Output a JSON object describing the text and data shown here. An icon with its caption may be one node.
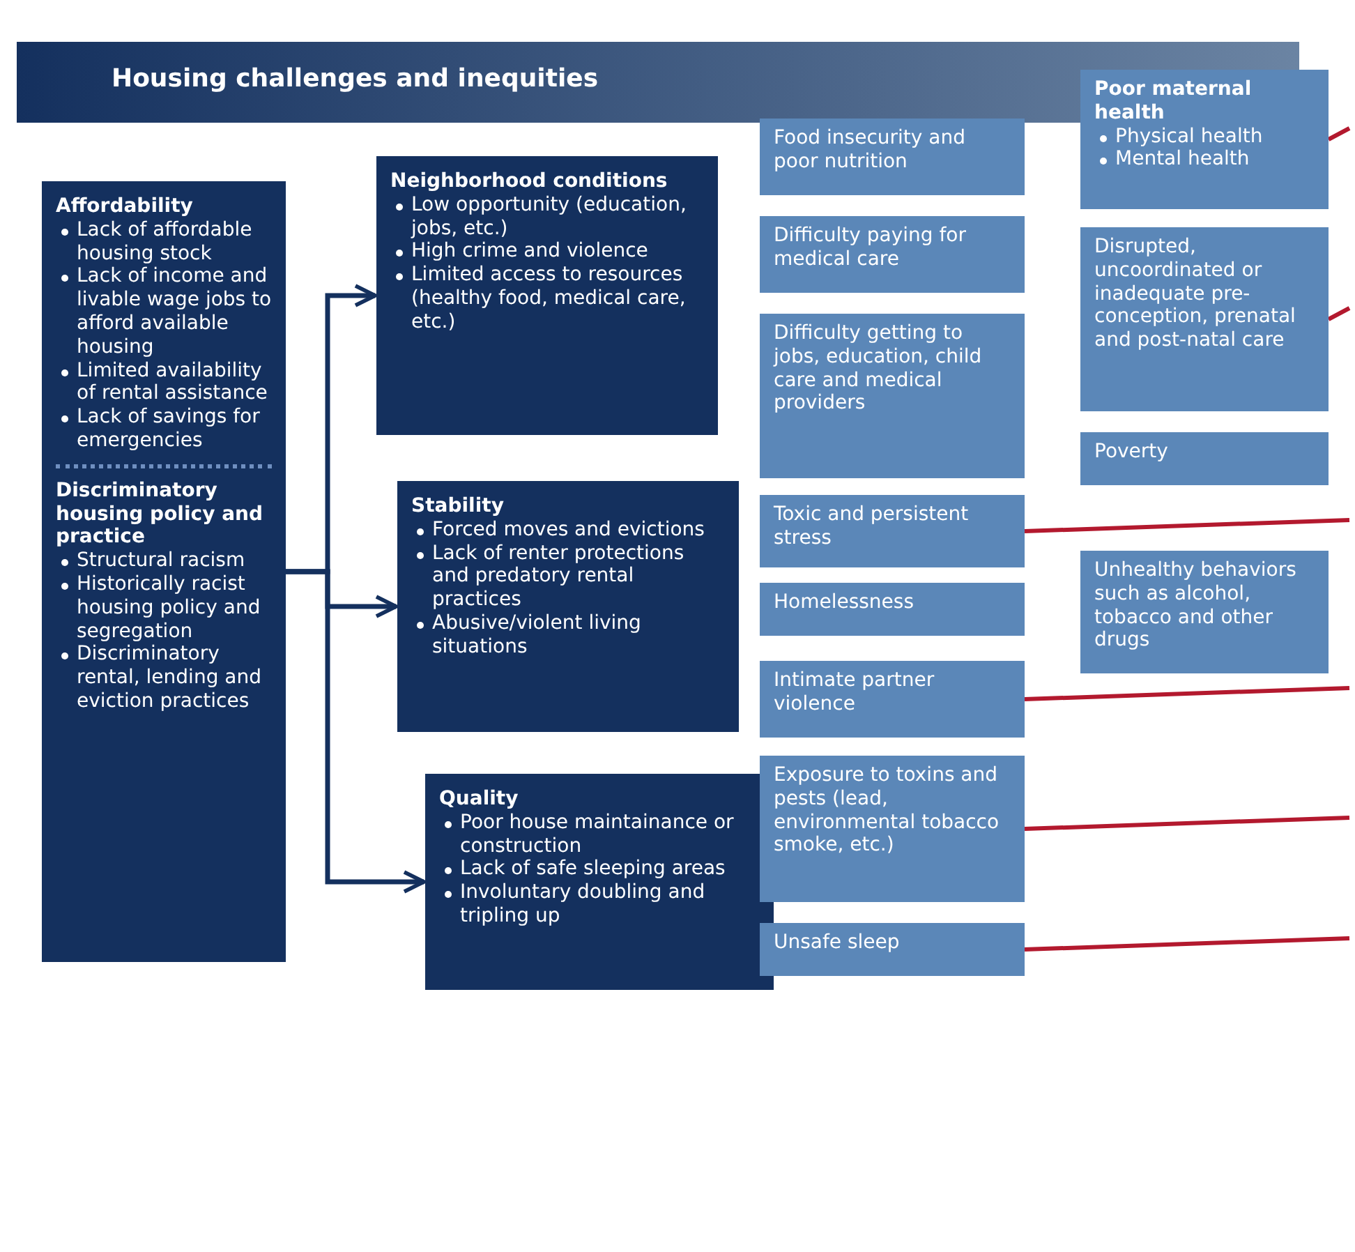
{
  "diagram": {
    "title": "Housing challenges and inequities",
    "nodes": [
      {
        "text": [
          "Affordability",
          "Lack of affordable housing stock",
          "Lack of income and livable wage jobs to afford available housing",
          "Limited availability of rental assistance",
          "Lack of savings for emergencies",
          "Discriminatory housing policy and practice",
          "Structural racism",
          "Historically racist housing policy and segregation",
          "Discriminatory rental, lending and eviction practices"
        ]
      },
      {
        "text": [
          "Neighborhood conditions",
          "Low opportunity (education, jobs, etc.)",
          "High crime and violence",
          "Limited access to resources (healthy food, medical care, etc.)"
        ]
      },
      {
        "text": [
          "Stability",
          "Forced moves and evictions",
          "Lack of renter protections and predatory rental practices",
          "Abusive/violent living situations"
        ]
      },
      {
        "text": [
          "Quality",
          "Poor house maintainance or construction",
          "Lack of safe sleeping areas",
          "Involuntary doubling and tripling up"
        ]
      },
      {
        "text": [
          "Food insecurity and poor nutrition"
        ]
      },
      {
        "text": [
          "Difficulty paying for medical care"
        ]
      },
      {
        "text": [
          "Difficulty getting to jobs, education, child care and medical providers"
        ]
      },
      {
        "text": [
          "Toxic and persistent stress"
        ]
      },
      {
        "text": [
          "Homelessness"
        ]
      },
      {
        "text": [
          "Intimate partner violence"
        ]
      },
      {
        "text": [
          "Exposure to toxins and pests (lead, environmental tobacco smoke, etc.)"
        ]
      },
      {
        "text": [
          "Unsafe sleep"
        ]
      },
      {
        "text": [
          "Poor maternal health",
          "Physical health",
          "Mental health"
        ]
      },
      {
        "text": [
          "Disrupted, uncoordinated or inadequate pre-conception, prenatal and post-natal care"
        ]
      },
      {
        "text": [
          "Poverty"
        ]
      },
      {
        "text": [
          "Unhealthy behaviors such as alcohol, tobacco and other drugs"
        ]
      }
    ],
    "edges": [
      {
        "from": 0,
        "to": 1,
        "arrow": "to",
        "color": "#14305e"
      },
      {
        "from": 0,
        "to": 2,
        "arrow": "to",
        "color": "#14305e"
      },
      {
        "from": 0,
        "to": 3,
        "arrow": "to",
        "color": "#14305e"
      },
      {
        "from": 12,
        "to": null,
        "arrow": "none"
      },
      {
        "from": 13,
        "to": null,
        "arrow": "none"
      },
      {
        "from": 7,
        "to": null,
        "arrow": "none"
      },
      {
        "from": 9,
        "to": null,
        "arrow": "none"
      },
      {
        "from": 10,
        "to": null,
        "arrow": "none"
      },
      {
        "from": 11,
        "to": null,
        "arrow": "none"
      }
    ]
  }
}
